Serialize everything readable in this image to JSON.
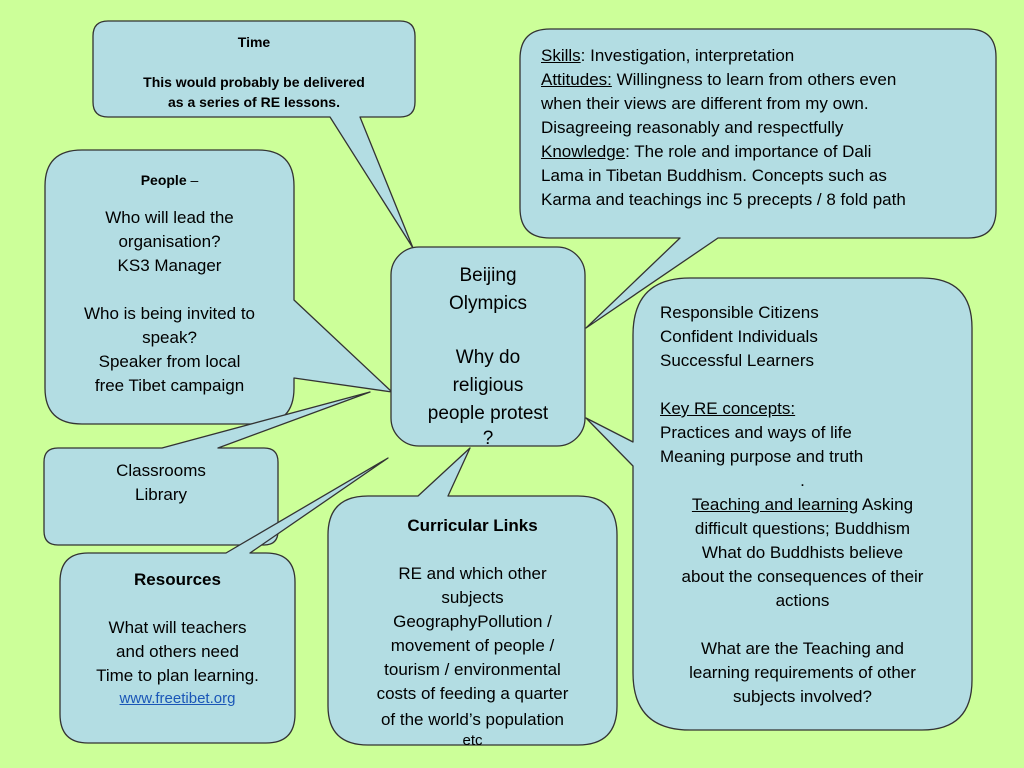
{
  "colors": {
    "background": "#ccff99",
    "bubble_fill": "#b3dde3",
    "bubble_stroke": "#333333",
    "link": "#1a56b7"
  },
  "center": {
    "line1": "Beijing",
    "line2": "Olympics",
    "line3": "Why do",
    "line4": "religious",
    "line5": "people protest",
    "line6": "?"
  },
  "time": {
    "title": "Time",
    "line1": "This would probably be delivered",
    "line2": "as a series of RE lessons."
  },
  "skills": {
    "skills_label": "Skills",
    "skills_text": ": Investigation, interpretation",
    "attitudes_label": "Attitudes:",
    "attitudes_text1": " Willingness to learn from others even",
    "attitudes_text2": "when their views are different from my own.",
    "attitudes_text3": "Disagreeing reasonably and respectfully",
    "knowledge_label": "Knowledge",
    "knowledge_text1": ": The role and importance of Dali",
    "knowledge_text2": "Lama in Tibetan Buddhism. Concepts such as",
    "knowledge_text3": "Karma and teachings inc 5 precepts / 8 fold path"
  },
  "people": {
    "title": "People",
    "dash": " –",
    "q1_line1": "Who will lead the",
    "q1_line2": "organisation?",
    "a1": "KS3 Manager",
    "q2_line1": "Who is being invited to",
    "q2_line2": "speak?",
    "a2_line1": "Speaker from local",
    "a2_line2": "free Tibet campaign"
  },
  "places": {
    "line1": "Classrooms",
    "line2": "Library"
  },
  "resources": {
    "title": "Resources",
    "line1": "What will teachers",
    "line2": "and others need",
    "line3": "Time to plan learning.",
    "link": "www.freetibet.org"
  },
  "curricular": {
    "title": "Curricular Links",
    "line1": "RE and which other",
    "line2": "subjects",
    "line3": "GeographyPollution /",
    "line4": "movement of people /",
    "line5": "tourism  / environmental",
    "line6": "costs of feeding a quarter",
    "line7": "of the world’s population",
    "line8": "etc"
  },
  "outcomes": {
    "line1": "Responsible Citizens",
    "line2": "Confident Individuals",
    "line3": "Successful Learners",
    "concepts_label": "Key RE concepts:",
    "concepts1": "Practices and ways of life",
    "concepts2": "Meaning purpose and truth",
    "dot": ".",
    "tl_label": "Teaching and learning",
    "tl_text": " Asking",
    "tl1": "difficult questions; Buddhism",
    "tl2": "What do Buddhists believe",
    "tl3": "about the consequences of their",
    "tl4": "actions",
    "q1": "What are the Teaching and",
    "q2": "learning requirements of other",
    "q3": "subjects involved?"
  }
}
